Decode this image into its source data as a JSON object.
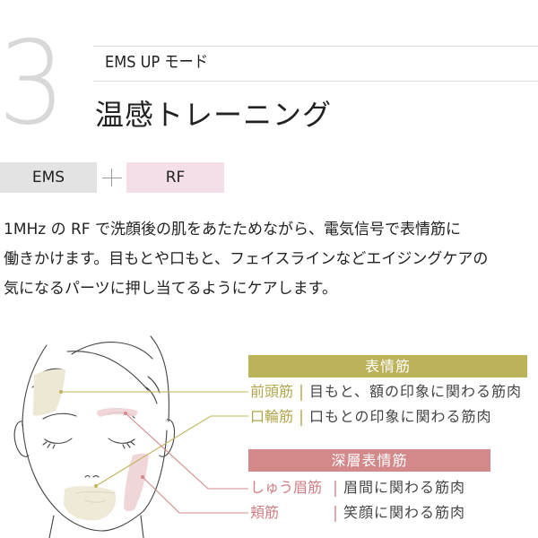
{
  "section": {
    "number": "3",
    "mode_label": "EMS UP モード",
    "title": "温感トレーニング"
  },
  "tags": {
    "ems": "EMS",
    "plus": "+",
    "rf": "RF"
  },
  "description": {
    "lines": [
      "1MHz の RF で洗顔後の肌をあたためながら、電気信号で表情筋に",
      "働きかけます。目もとや口もと、フェイスラインなどエイジングケアの",
      "気になるパーツに押し当てるようにケアします。"
    ]
  },
  "diagram": {
    "groups": [
      {
        "header": "表情筋",
        "color": "#bcb259",
        "muscles": [
          {
            "name": "前頭筋",
            "description": "目もと、額の印象に関わる筋肉"
          },
          {
            "name": "口輪筋",
            "description": "口もとの印象に関わる筋肉"
          }
        ]
      },
      {
        "header": "深層表情筋",
        "color": "#d3888a",
        "muscles": [
          {
            "name": "しゅう眉筋",
            "description": "眉間に関わる筋肉"
          },
          {
            "name": "頬筋",
            "description": "笑顔に関わる筋肉"
          }
        ]
      }
    ]
  }
}
